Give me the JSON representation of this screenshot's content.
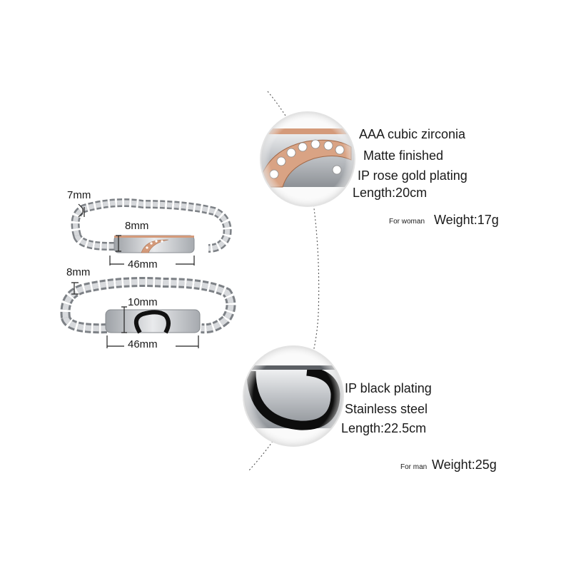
{
  "woman": {
    "band_width": "7mm",
    "plate_height": "8mm",
    "plate_length": "46mm",
    "features": [
      "AAA cubic zirconia",
      "Matte finished",
      "IP rose gold plating"
    ],
    "length": "Length:20cm",
    "for_label": "For woman",
    "weight": "Weight:17g"
  },
  "man": {
    "band_width": "8mm",
    "plate_height": "10mm",
    "plate_length": "46mm",
    "features": [
      "IP black plating",
      "Stainless steel"
    ],
    "length": "Length:22.5cm",
    "for_label": "For man",
    "weight": "Weight:25g"
  },
  "colors": {
    "steel": "#c9ccd0",
    "rose_gold": "#d49a7a",
    "black_plating": "#111111",
    "dim_line": "#222222"
  }
}
